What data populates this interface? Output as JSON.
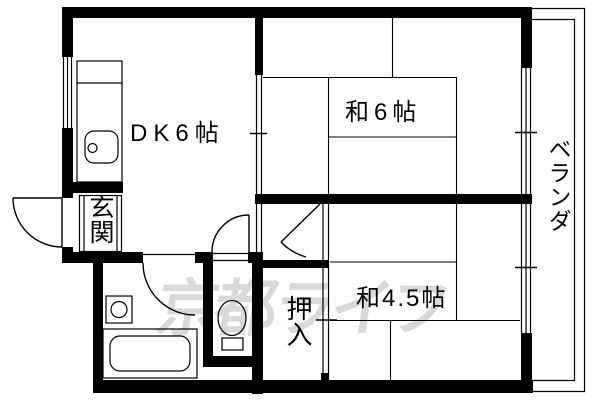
{
  "plan": {
    "type": "apartment-floor-plan",
    "rooms": {
      "dining_kitchen": {
        "label": "DK6帖"
      },
      "japanese_room_6": {
        "label": "和6帖"
      },
      "japanese_room_4_5": {
        "label": "和4.5帖"
      },
      "entrance": {
        "label": "玄関"
      },
      "closet": {
        "label": "押入"
      },
      "veranda": {
        "label": "ベランダ"
      }
    },
    "fixtures": {
      "kitchen_sink": "kitchen-sink",
      "bathtub": "bathtub",
      "washing_machine_pan": "washing-machine-pan",
      "toilet": "toilet",
      "front_door": "front-door-swing",
      "bathroom_door": "bathroom-door-swing",
      "toilet_door": "toilet-door-swing",
      "room_door": "room-door-swing"
    },
    "watermark": {
      "text": "京都ライフ",
      "color": "#d9d9d9"
    },
    "colors": {
      "wall": "#000000",
      "floor": "#ffffff",
      "line": "#000000"
    }
  }
}
